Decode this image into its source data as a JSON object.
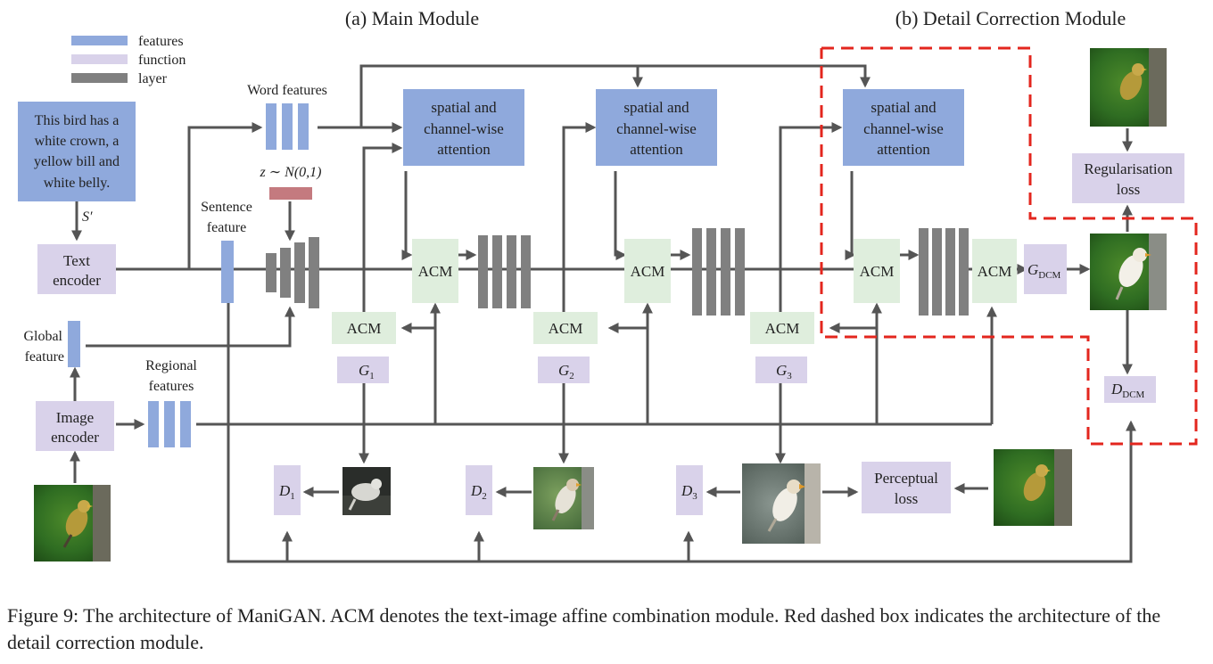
{
  "titles": {
    "main": "(a) Main Module",
    "detail": "(b) Detail Correction Module"
  },
  "legend": [
    {
      "label": "features",
      "color": "#8fa9dc"
    },
    {
      "label": "function",
      "color": "#d9d2ea"
    },
    {
      "label": "layer",
      "color": "#808080"
    }
  ],
  "text_box": [
    "This bird has a",
    "white crown, a",
    "yellow bill and",
    "white belly."
  ],
  "labels": {
    "s_prime": "S′",
    "text_encoder": [
      "Text",
      "encoder"
    ],
    "image_encoder": [
      "Image",
      "encoder"
    ],
    "global_feature": [
      "Global",
      "feature"
    ],
    "regional_features": [
      "Regional",
      "features"
    ],
    "sentence_feature": [
      "Sentence",
      "feature"
    ],
    "word_features": "Word features",
    "noise": "z ∼ N(0,1)",
    "attention": [
      "spatial and",
      "channel-wise",
      "attention"
    ],
    "acm": "ACM",
    "generators": [
      "G",
      "G",
      "G"
    ],
    "generator_subs": [
      "1",
      "2",
      "3"
    ],
    "discriminators": [
      "D",
      "D",
      "D"
    ],
    "discriminator_subs": [
      "1",
      "2",
      "3"
    ],
    "g_dcm": "G",
    "d_dcm": "D",
    "dcm_sub": "DCM",
    "regularisation_loss": [
      "Regularisation",
      "loss"
    ],
    "perceptual_loss": [
      "Perceptual",
      "loss"
    ]
  },
  "colors": {
    "feature_blue": "#8fa9dc",
    "function_lavender": "#d9d2ea",
    "acm_green": "#dfeedd",
    "layer_gray": "#808080",
    "noise_red": "#c47a7f",
    "dashed_red": "#e3261e",
    "line_gray": "#555555"
  },
  "caption": "Figure 9: The architecture of ManiGAN. ACM denotes the text-image affine combination module. Red dashed box indicates the architecture of the detail correction module."
}
